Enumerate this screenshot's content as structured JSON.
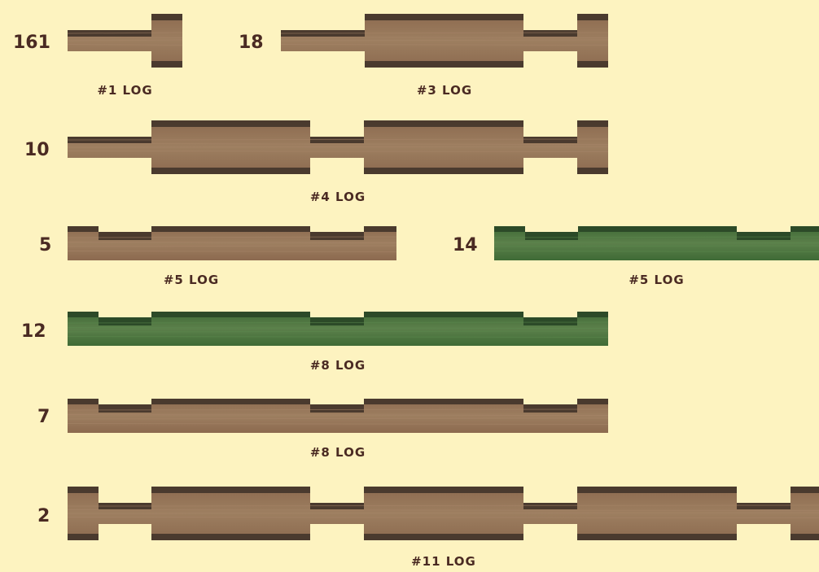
{
  "colors": {
    "background": "#fdf3c0",
    "text": "#4a2a22",
    "brown_wood": "#8c6a4f",
    "brown_dark": "#4a3a2e",
    "green_wood": "#3f6b36",
    "green_dark": "#2c4a28"
  },
  "logs": [
    {
      "count": "161",
      "label": "#1 LOG",
      "color": "brown",
      "notch_count": 2
    },
    {
      "count": "18",
      "label": "#3 LOG",
      "color": "brown",
      "notch_count": 4
    },
    {
      "count": "10",
      "label": "#4 LOG",
      "color": "brown",
      "notch_count": 6
    },
    {
      "count": "5",
      "label": "#5 LOG",
      "color": "brown",
      "notch_count": 4
    },
    {
      "count": "14",
      "label": "#5 LOG",
      "color": "green",
      "notch_count": 4
    },
    {
      "count": "12",
      "label": "#8 LOG",
      "color": "green",
      "notch_count": 6
    },
    {
      "count": "7",
      "label": "#8 LOG",
      "color": "brown",
      "notch_count": 6
    },
    {
      "count": "2",
      "label": "#11 LOG",
      "color": "brown",
      "notch_count": 9
    }
  ]
}
